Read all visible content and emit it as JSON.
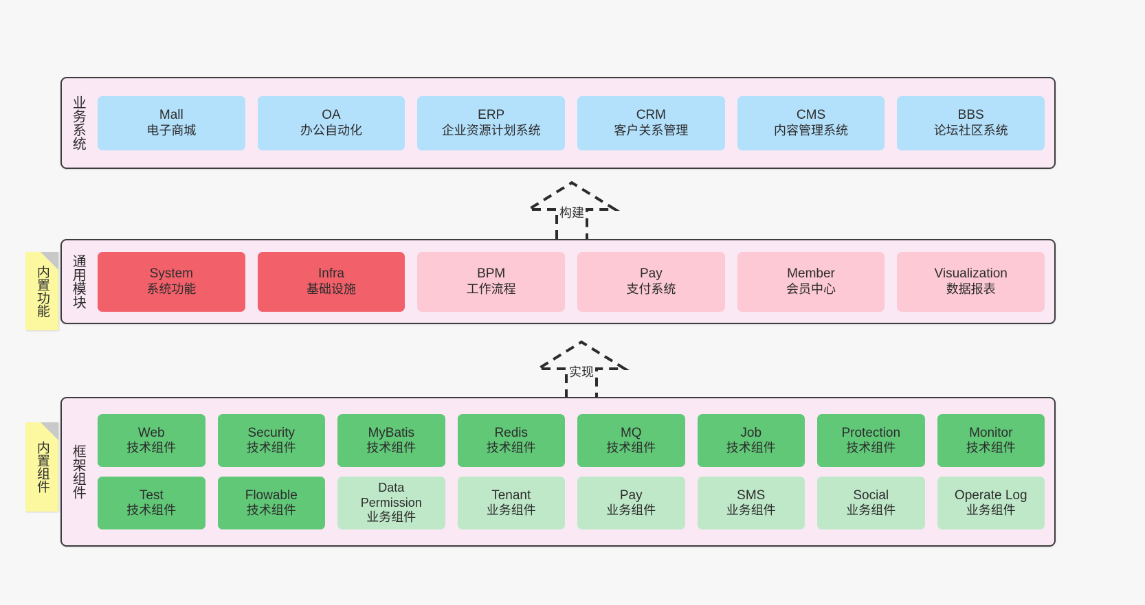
{
  "diagram": {
    "background": "#f7f7f7",
    "layer_fill": "#fae8f4",
    "layer_border": "#3d3d3d",
    "note_fill": "#fbf8a0",
    "colors": {
      "blue": "#b3e0fb",
      "red": "#f2616a",
      "pink": "#fcc9d4",
      "green": "#61c878",
      "green_light": "#bfe8c9"
    }
  },
  "layers": {
    "business": {
      "title": "业务系统",
      "items": [
        {
          "en": "Mall",
          "cn": "电子商城"
        },
        {
          "en": "OA",
          "cn": "办公自动化"
        },
        {
          "en": "ERP",
          "cn": "企业资源计划系统"
        },
        {
          "en": "CRM",
          "cn": "客户关系管理"
        },
        {
          "en": "CMS",
          "cn": "内容管理系统"
        },
        {
          "en": "BBS",
          "cn": "论坛社区系统"
        }
      ]
    },
    "modules": {
      "title": "通用模块",
      "note": "内置功能",
      "items": [
        {
          "en": "System",
          "cn": "系统功能",
          "tone": "red"
        },
        {
          "en": "Infra",
          "cn": "基础设施",
          "tone": "red"
        },
        {
          "en": "BPM",
          "cn": "工作流程",
          "tone": "pink"
        },
        {
          "en": "Pay",
          "cn": "支付系统",
          "tone": "pink"
        },
        {
          "en": "Member",
          "cn": "会员中心",
          "tone": "pink"
        },
        {
          "en": "Visualization",
          "cn": "数据报表",
          "tone": "pink"
        }
      ]
    },
    "framework": {
      "title": "框架组件",
      "note": "内置组件",
      "row1": [
        {
          "en": "Web",
          "cn": "技术组件"
        },
        {
          "en": "Security",
          "cn": "技术组件"
        },
        {
          "en": "MyBatis",
          "cn": "技术组件"
        },
        {
          "en": "Redis",
          "cn": "技术组件"
        },
        {
          "en": "MQ",
          "cn": "技术组件"
        },
        {
          "en": "Job",
          "cn": "技术组件"
        },
        {
          "en": "Protection",
          "cn": "技术组件"
        },
        {
          "en": "Monitor",
          "cn": "技术组件"
        }
      ],
      "row2": [
        {
          "en": "Test",
          "cn": "技术组件",
          "tone": "green"
        },
        {
          "en": "Flowable",
          "cn": "技术组件",
          "tone": "green"
        },
        {
          "en": "Data",
          "en2": "Permission",
          "cn": "业务组件",
          "tone": "green_light"
        },
        {
          "en": "Tenant",
          "cn": "业务组件",
          "tone": "green_light"
        },
        {
          "en": "Pay",
          "cn": "业务组件",
          "tone": "green_light"
        },
        {
          "en": "SMS",
          "cn": "业务组件",
          "tone": "green_light"
        },
        {
          "en": "Social",
          "cn": "业务组件",
          "tone": "green_light"
        },
        {
          "en": "Operate Log",
          "cn": "业务组件",
          "tone": "green_light"
        }
      ]
    }
  },
  "connectors": [
    {
      "label": "构建"
    },
    {
      "label": "实现"
    }
  ]
}
